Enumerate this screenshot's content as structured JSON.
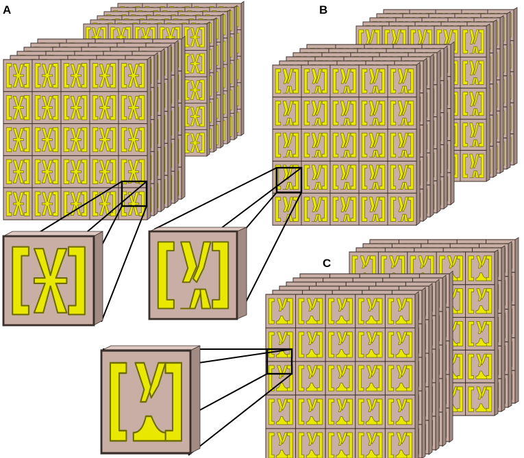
{
  "labels": {
    "a": "A",
    "b": "B",
    "c": "C"
  },
  "colors": {
    "substrate": "#c9aea5",
    "substrate_side": "#a28b83",
    "substrate_top": "#ddc9c2",
    "metal": "#e8e800",
    "metal_edge": "#6f6c00",
    "outline": "#000000",
    "zoom_line": "#000000"
  },
  "panels": [
    {
      "id": "A",
      "cell_variant": "x-resonator",
      "plates": 6,
      "grid": "5x5"
    },
    {
      "id": "B",
      "cell_variant": "bent-resonator",
      "plates": 6,
      "grid": "5x5"
    },
    {
      "id": "C",
      "cell_variant": "split-bend-resonator",
      "plates": 6,
      "grid": "5x5"
    }
  ]
}
